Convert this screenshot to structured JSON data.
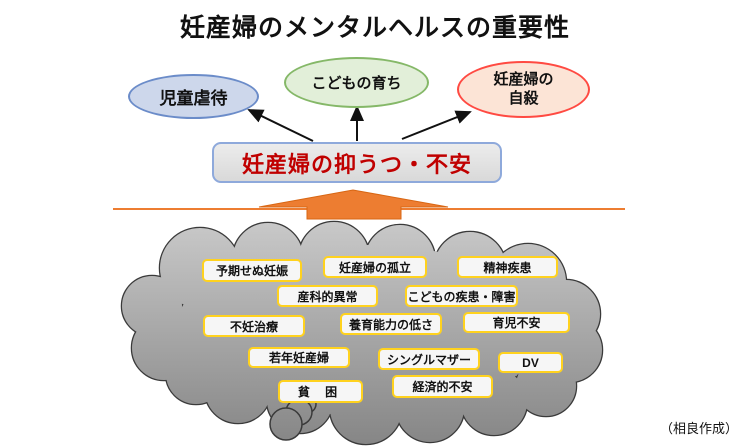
{
  "title": "妊産婦のメンタルヘルスの重要性",
  "credit": "（相良作成）",
  "outcomes": [
    {
      "id": "child-abuse",
      "label": "児童虐待"
    },
    {
      "id": "child-development",
      "label": "こどもの育ち"
    },
    {
      "id": "maternal-suicide",
      "label_line1": "妊産婦の",
      "label_line2": "自殺"
    }
  ],
  "central_box": {
    "label": "妊産婦の抑うつ・不安"
  },
  "risk_factors": [
    "予期せぬ妊娠",
    "妊産婦の孤立",
    "精神疾患",
    "産科的異常",
    "こどもの疾患・障害",
    "不妊治療",
    "養育能力の低さ",
    "育児不安",
    "若年妊産婦",
    "シングルマザー",
    "DV",
    "貧 困",
    "経済的不安"
  ],
  "colors": {
    "accent_orange": "#ed7d31",
    "central_text_red": "#c00000",
    "blue_ellipse_fill": "#cdd7eb",
    "blue_ellipse_border": "#6b8cc9",
    "green_ellipse_fill": "#e2efd9",
    "green_ellipse_border": "#85b868",
    "red_ellipse_fill": "#fce4d6",
    "red_ellipse_border": "#ff4a42",
    "risk_box_border": "#ffd21e",
    "cloud_gray_top": "#c9c9c9",
    "cloud_gray_bottom": "#878787"
  }
}
